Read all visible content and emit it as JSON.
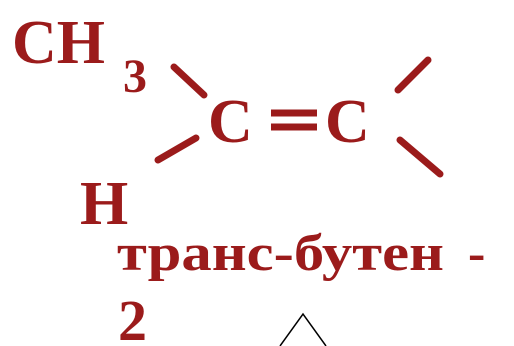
{
  "colors": {
    "primary": "#9B1B1B",
    "line": "#000000",
    "background": "#ffffff"
  },
  "molecule": {
    "group_top_left": "CH",
    "group_top_left_subscript": "3",
    "group_bottom_left": "H",
    "carbon_left": "C",
    "double_bond": "=",
    "carbon_right": "C"
  },
  "caption": {
    "name": "транс-бутен",
    "dash": "-",
    "locant": "2"
  }
}
